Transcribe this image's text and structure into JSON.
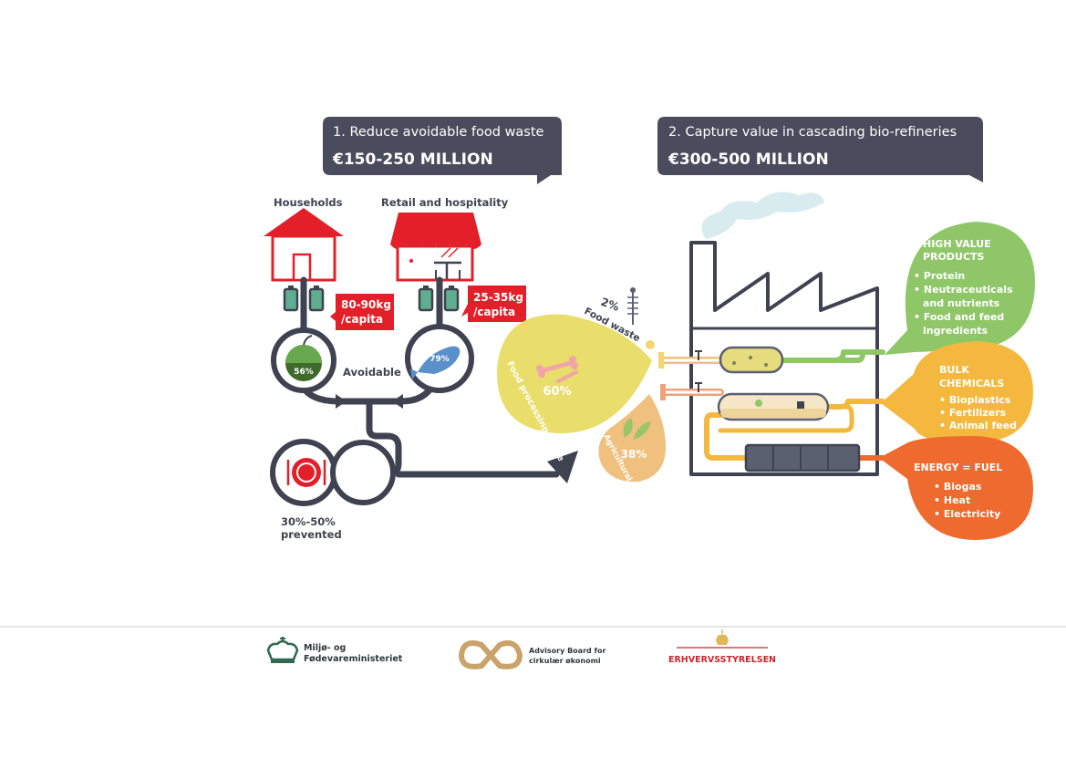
{
  "colors": {
    "banner": "#4a4b5c",
    "red": "#e3202a",
    "dark": "#3f4250",
    "green": "#8fc768",
    "yellow": "#f4b83f",
    "orange": "#ee6a2e",
    "food_processing": "#e9dd6b",
    "agricultural": "#f0c07e",
    "smoke": "#d8ecef"
  },
  "banner1": {
    "title": "1. Reduce avoidable food waste",
    "amount": "€150-250 MILLION"
  },
  "banner2": {
    "title": "2. Capture value in cascading bio-refineries",
    "amount": "€300-500 MILLION"
  },
  "households": {
    "label": "Households",
    "amount_line1": "80-90kg",
    "amount_line2": "/capita",
    "percent": "56%",
    "icon": "apple-icon"
  },
  "retail": {
    "label": "Retail and hospitality",
    "amount_line1": "25-35kg",
    "amount_line2": "/capita",
    "percent": "79%",
    "icon": "fish-icon"
  },
  "avoidable_label": "Avoidable",
  "prevented": {
    "line1": "30%-50%",
    "line2": "prevented",
    "icon": "plate-icon"
  },
  "waste_streams": {
    "food_waste_percent": "2%",
    "food_waste_label": "Food waste",
    "food_processing_percent": "60%",
    "food_processing_label": "Food processing waste",
    "agricultural_percent": "38%",
    "agricultural_label": "Agricultural waste"
  },
  "outputs": {
    "high_value": {
      "title_line1": "HIGH VALUE",
      "title_line2": "PRODUCTS",
      "items": [
        "• Protein",
        "• Neutraceuticals",
        "and nutrients",
        "• Food and feed",
        "ingredients"
      ]
    },
    "bulk": {
      "title_line1": "BULK",
      "title_line2": "CHEMICALS",
      "items": [
        "• Bioplastics",
        "• Fertilizers",
        "• Animal feed"
      ]
    },
    "energy": {
      "title": "ENERGY = FUEL",
      "items": [
        "• Biogas",
        "• Heat",
        "• Electricity"
      ]
    }
  },
  "footer": {
    "logo1_line1": "Miljø- og",
    "logo1_line2": "Fødevareministeriet",
    "logo2_line1": "Advisory Board for",
    "logo2_line2": "cirkulær økonomi",
    "logo3": "ERHVERVSSTYRELSEN"
  }
}
